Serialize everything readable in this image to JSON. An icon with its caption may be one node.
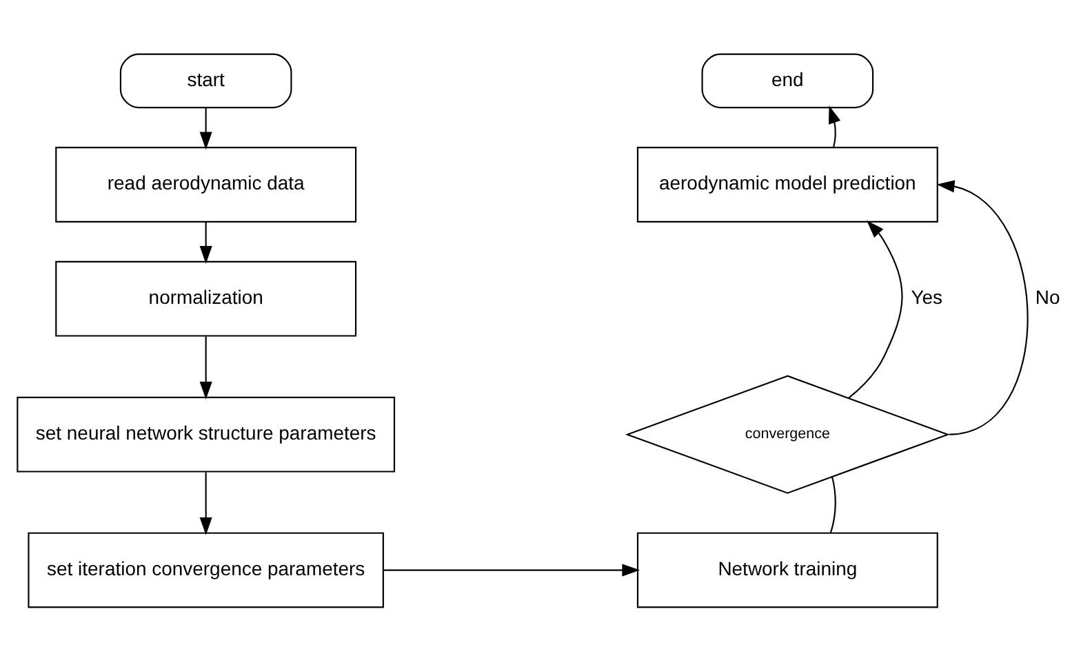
{
  "diagram": {
    "nodes": [
      {
        "text": [
          "start"
        ]
      },
      {
        "text": [
          "read aerodynamic data"
        ]
      },
      {
        "text": [
          "normalization"
        ]
      },
      {
        "text": [
          "set neural network structure parameters"
        ]
      },
      {
        "text": [
          "set iteration convergence parameters"
        ]
      },
      {
        "text": [
          "end"
        ]
      },
      {
        "text": [
          "aerodynamic model prediction"
        ]
      },
      {
        "text": [
          "convergence"
        ]
      },
      {
        "text": [
          "Network training"
        ]
      }
    ],
    "edges": [
      {
        "from": 0,
        "to": 1,
        "arrow": "to"
      },
      {
        "from": 1,
        "to": 2,
        "arrow": "to"
      },
      {
        "from": 2,
        "to": 3,
        "arrow": "to"
      },
      {
        "from": 3,
        "to": 4,
        "arrow": "to"
      },
      {
        "from": 4,
        "to": 8,
        "arrow": "to"
      },
      {
        "from": 8,
        "to": 7,
        "arrow": "none"
      },
      {
        "from": 7,
        "to": 6,
        "arrow": "to",
        "label": "Yes"
      },
      {
        "from": 7,
        "to": 6,
        "arrow": "to",
        "label": "No"
      },
      {
        "from": 6,
        "to": 5,
        "arrow": "to"
      }
    ]
  }
}
